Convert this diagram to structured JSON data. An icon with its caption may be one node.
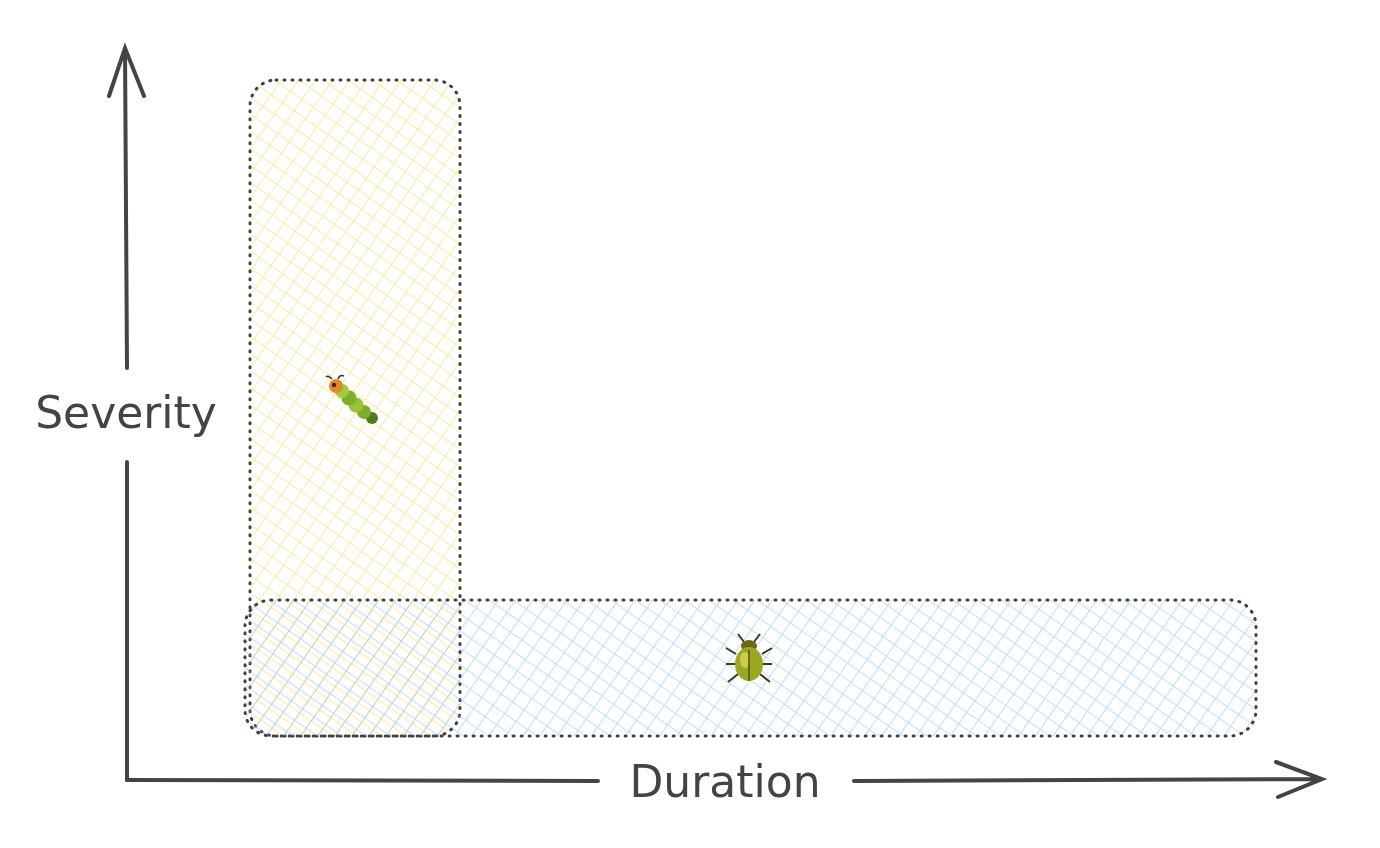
{
  "diagram": {
    "nodes": [
      {
        "text": [],
        "shape": "box"
      },
      {
        "text": [],
        "shape": "box"
      }
    ],
    "labels": [
      "Severity",
      "Duration"
    ]
  }
}
